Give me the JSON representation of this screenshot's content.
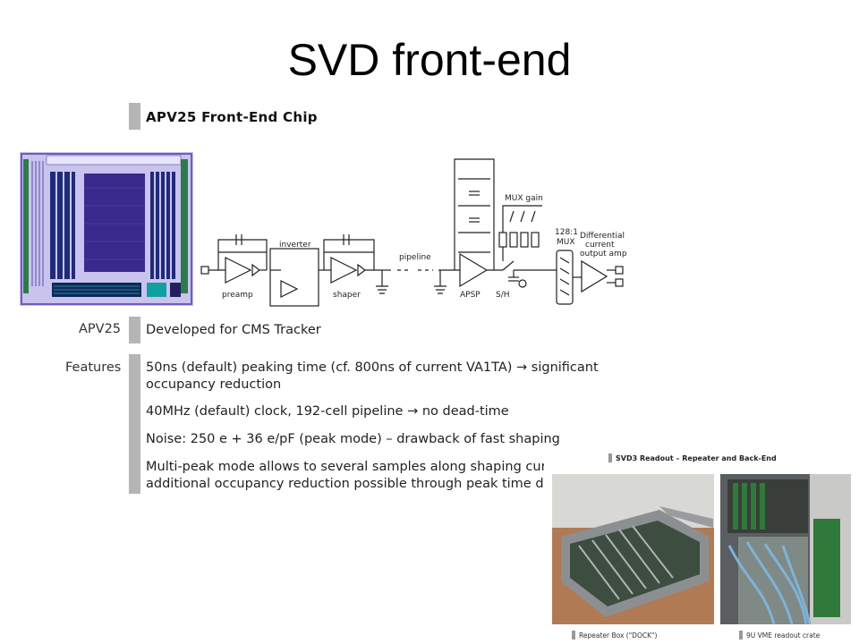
{
  "slide": {
    "title": "SVD front-end"
  },
  "apv": {
    "heading": "APV25 Front-End Chip",
    "diagram_labels": {
      "preamp": "preamp",
      "inverter": "inverter",
      "shaper": "shaper",
      "pipeline": "pipeline",
      "apsp": "APSP",
      "sh": "S/H",
      "mux_gain": "MUX gain",
      "mux_ratio": "128:1",
      "mux": "MUX",
      "diff1": "Differential",
      "diff2": "current",
      "diff3": "output amp"
    },
    "row1_label": "APV25",
    "row1_text": "Developed for CMS Tracker",
    "row2_label": "Features",
    "features": [
      "50ns (default) peaking time (cf. 800ns of current VA1TA) → significant",
      "occupancy reduction",
      "40MHz (default) clock, 192-cell pipeline → no dead-time",
      "Noise: 250 e + 36 e/pF (peak mode) – drawback of fast shaping",
      "Multi-peak mode allows to several samples along shaping cur",
      "additional occupancy reduction possible through peak time de"
    ]
  },
  "readout": {
    "heading": "SVD3 Readout – Repeater and Back-End",
    "caption_left": "Repeater Box (\"DOCK\")",
    "caption_right": "9U VME readout crate"
  }
}
